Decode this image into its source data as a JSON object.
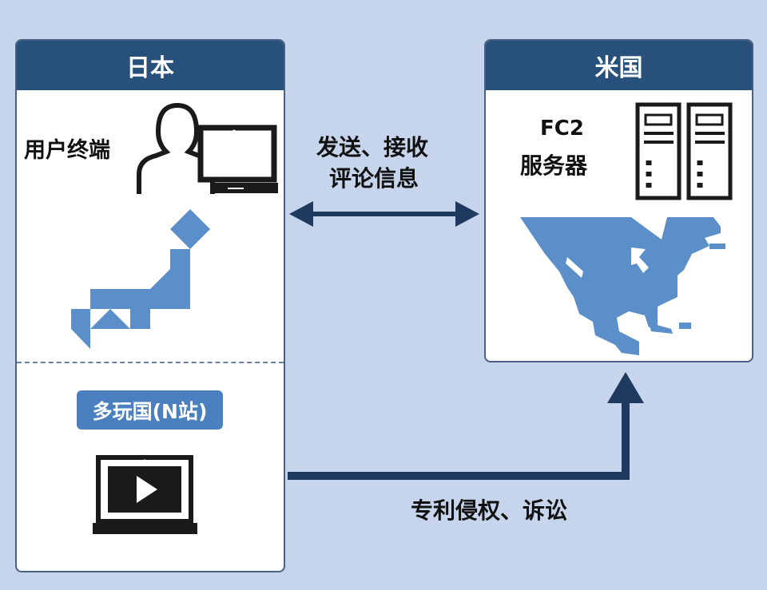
{
  "japan": {
    "title": "日本",
    "user_label": "用户终端",
    "company_badge": "多玩国(N站)"
  },
  "usa": {
    "title": "米国",
    "server_line1": "FC2",
    "server_line2": "服务器"
  },
  "arrows": {
    "exchange_line1": "发送、接收",
    "exchange_line2": "评论信息",
    "lawsuit": "专利侵权、诉讼"
  },
  "colors": {
    "header": "#27507b",
    "map": "#5b8fc9",
    "arrow": "#1f3a5f",
    "background": "#c6d5eb"
  }
}
